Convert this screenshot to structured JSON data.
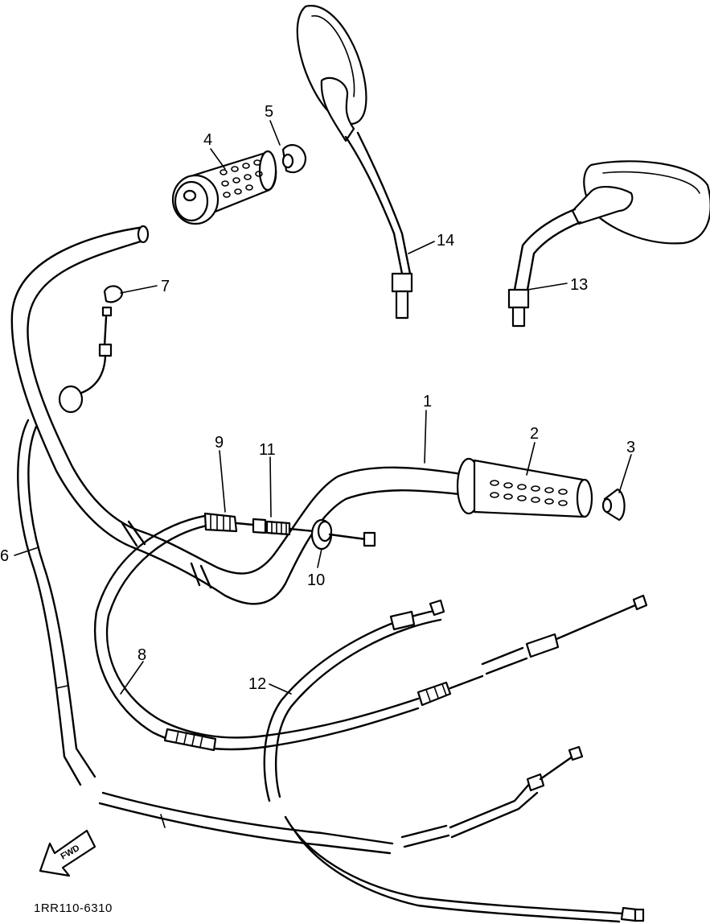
{
  "parts": [
    {
      "id": "1",
      "label": "1"
    },
    {
      "id": "2",
      "label": "2"
    },
    {
      "id": "3",
      "label": "3"
    },
    {
      "id": "4",
      "label": "4"
    },
    {
      "id": "5",
      "label": "5"
    },
    {
      "id": "6",
      "label": "6"
    },
    {
      "id": "7",
      "label": "7"
    },
    {
      "id": "8",
      "label": "8"
    },
    {
      "id": "9",
      "label": "9"
    },
    {
      "id": "10",
      "label": "10"
    },
    {
      "id": "11",
      "label": "11"
    },
    {
      "id": "12",
      "label": "12"
    },
    {
      "id": "13",
      "label": "13"
    },
    {
      "id": "14",
      "label": "14"
    }
  ],
  "fwd_arrow": {
    "text": "FWD"
  },
  "diagram_code": "1RR110-6310"
}
